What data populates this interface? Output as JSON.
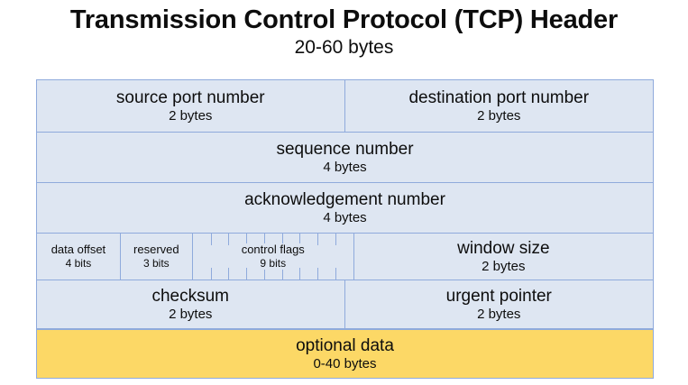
{
  "title": "Transmission Control Protocol (TCP) Header",
  "subtitle": "20-60 bytes",
  "colors": {
    "field_fill": "#DEE6F2",
    "optional_fill": "#FCD866",
    "border": "#8FAADC",
    "text": "#0D0D0D"
  },
  "diagram": {
    "rows": [
      {
        "name": "ports-row",
        "cells": [
          {
            "label": "source port number",
            "size": "2 bytes"
          },
          {
            "label": "destination port number",
            "size": "2 bytes"
          }
        ]
      },
      {
        "name": "sequence-row",
        "cells": [
          {
            "label": "sequence number",
            "size": "4 bytes"
          }
        ]
      },
      {
        "name": "acknowledgement-row",
        "cells": [
          {
            "label": "acknowledgement number",
            "size": "4 bytes"
          }
        ]
      },
      {
        "name": "flags-row",
        "cells": [
          {
            "label": "data offset",
            "size": "4 bits"
          },
          {
            "label": "reserved",
            "size": "3 bits"
          },
          {
            "label": "control flags",
            "size": "9 bits",
            "subdivisions": 9
          },
          {
            "label": "window size",
            "size": "2 bytes"
          }
        ]
      },
      {
        "name": "checksum-row",
        "cells": [
          {
            "label": "checksum",
            "size": "2 bytes"
          },
          {
            "label": "urgent pointer",
            "size": "2 bytes"
          }
        ]
      },
      {
        "name": "optional-row",
        "cells": [
          {
            "label": "optional data",
            "size": "0-40 bytes"
          }
        ]
      }
    ]
  }
}
